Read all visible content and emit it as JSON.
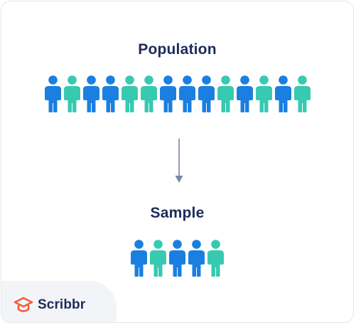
{
  "diagram": {
    "population_title": "Population",
    "sample_title": "Sample",
    "colors": {
      "blue": "#1a7fe0",
      "teal": "#38c9b1",
      "title": "#1d2b5c",
      "arrow": "#7b86a6",
      "logo_orange": "#f25c38"
    },
    "population": [
      "blue",
      "teal",
      "blue",
      "blue",
      "teal",
      "teal",
      "blue",
      "blue",
      "blue",
      "teal",
      "blue",
      "teal",
      "blue",
      "teal"
    ],
    "sample": [
      "blue",
      "teal",
      "blue",
      "blue",
      "teal"
    ]
  },
  "brand": {
    "name": "Scribbr",
    "icon": "graduation-cap-icon"
  }
}
